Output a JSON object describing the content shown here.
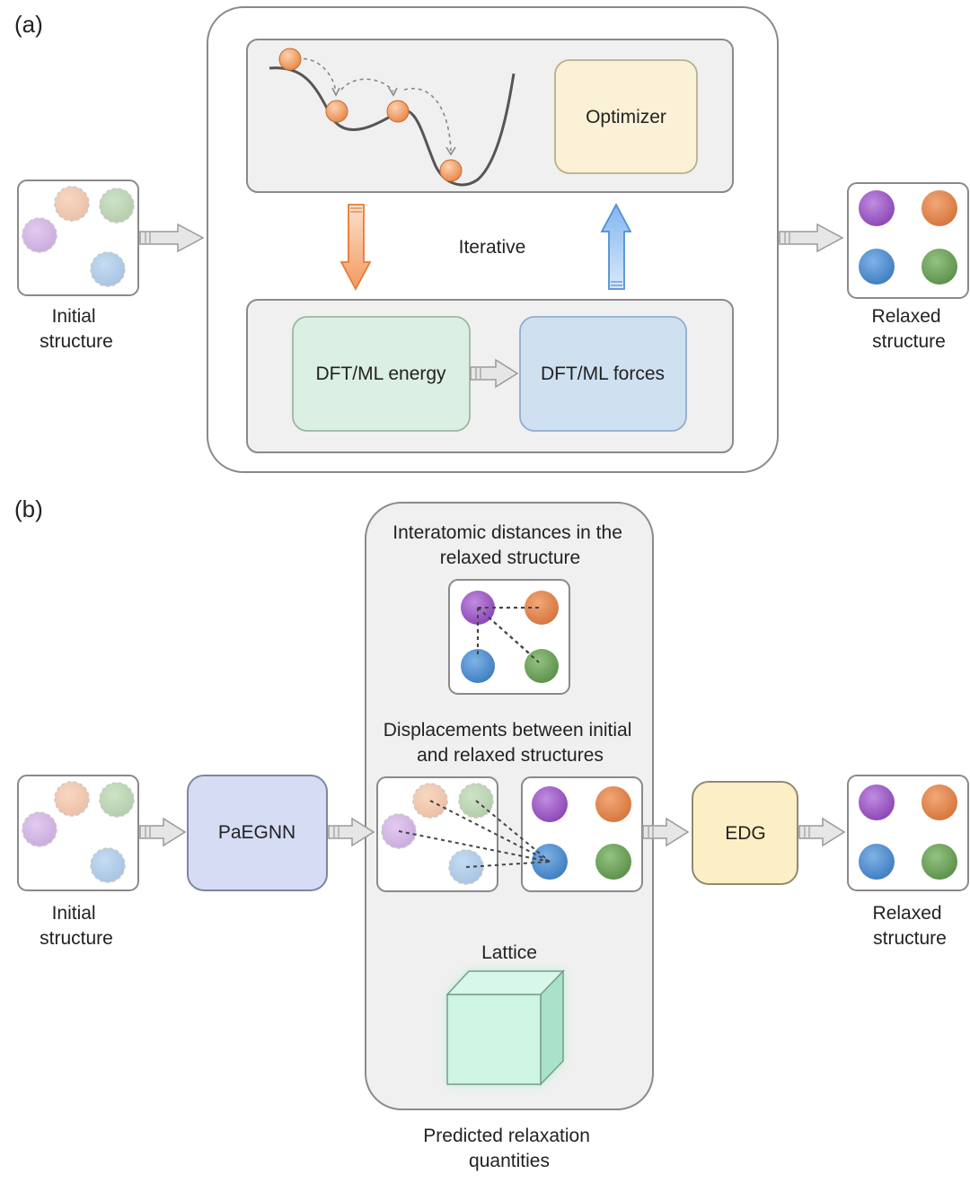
{
  "panel_a": {
    "label": "(a)",
    "initial_caption": [
      "Initial",
      "structure"
    ],
    "relaxed_caption": [
      "Relaxed",
      "structure"
    ],
    "optimizer_label": "Optimizer",
    "iterative_label": "Iterative",
    "energy_label": "DFT/ML energy",
    "forces_label": "DFT/ML forces"
  },
  "panel_b": {
    "label": "(b)",
    "initial_caption": [
      "Initial",
      "structure"
    ],
    "relaxed_caption": [
      "Relaxed",
      "structure"
    ],
    "model_label": "PaEGNN",
    "generator_label": "EDG",
    "distances_caption": [
      "Interatomic distances in the",
      "relaxed structure"
    ],
    "displacements_caption": [
      "Displacements between initial",
      "and relaxed structures"
    ],
    "lattice_label": "Lattice",
    "quantities_caption": [
      "Predicted relaxation",
      "quantities"
    ]
  },
  "colors": {
    "purple": "#9b57c4",
    "orange": "#e0844a",
    "green": "#6ea25a",
    "blue": "#4e8fcf",
    "energy_box": "#dcefe3",
    "forces_box": "#cfe0f0",
    "optimizer_box": "#fbf1d6",
    "model_box": "#d5dcf3",
    "edg_box": "#fcefc6",
    "panel_fill": "#f0f0f0",
    "down_arrow": "#f08a4b",
    "up_arrow": "#6aa8e6"
  }
}
